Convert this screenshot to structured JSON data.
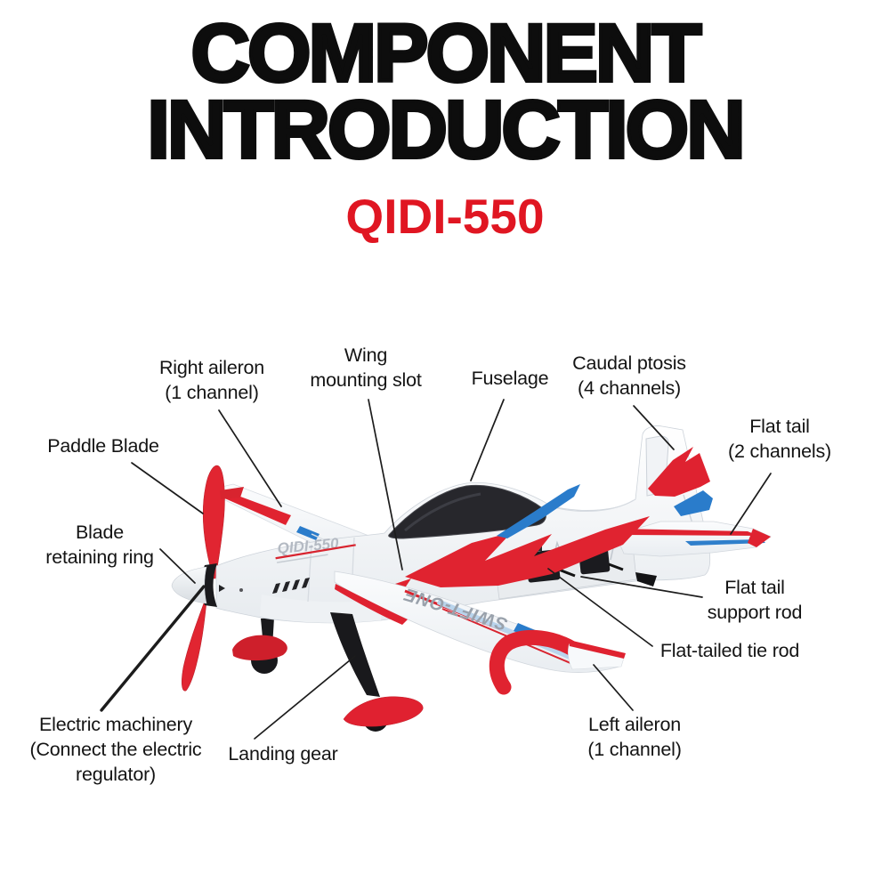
{
  "header": {
    "title": "COMPONENT\nINTRODUCTION",
    "subtitle": "QIDI-550",
    "title_color": "#0d0d0d",
    "subtitle_color": "#e01622"
  },
  "diagram": {
    "plane_markings": {
      "fuselage_logo": "QIDI-550",
      "wing_logo": "SWIFT-ONE"
    },
    "colors": {
      "accent_red": "#e02330",
      "accent_blue": "#2a7ccb",
      "body_white": "#ffffff",
      "canopy_dark": "#27272c",
      "gear_black": "#19191c",
      "leader_line": "#1c1c1c"
    },
    "labels": [
      {
        "id": "right-aileron",
        "text": "Right aileron\n(1 channel)"
      },
      {
        "id": "wing-mounting-slot",
        "text": "Wing\nmounting slot"
      },
      {
        "id": "fuselage",
        "text": "Fuselage"
      },
      {
        "id": "caudal-ptosis",
        "text": "Caudal ptosis\n(4 channels)"
      },
      {
        "id": "flat-tail",
        "text": "Flat tail\n(2 channels)"
      },
      {
        "id": "paddle-blade",
        "text": "Paddle Blade"
      },
      {
        "id": "blade-retaining-ring",
        "text": "Blade\nretaining ring"
      },
      {
        "id": "flat-tail-support-rod",
        "text": "Flat tail\nsupport rod"
      },
      {
        "id": "flat-tailed-tie-rod",
        "text": "Flat-tailed tie rod"
      },
      {
        "id": "left-aileron",
        "text": "Left aileron\n(1 channel)"
      },
      {
        "id": "electric-machinery",
        "text": "Electric machinery\n(Connect the electric\nregulator)"
      },
      {
        "id": "landing-gear",
        "text": "Landing gear"
      }
    ]
  }
}
